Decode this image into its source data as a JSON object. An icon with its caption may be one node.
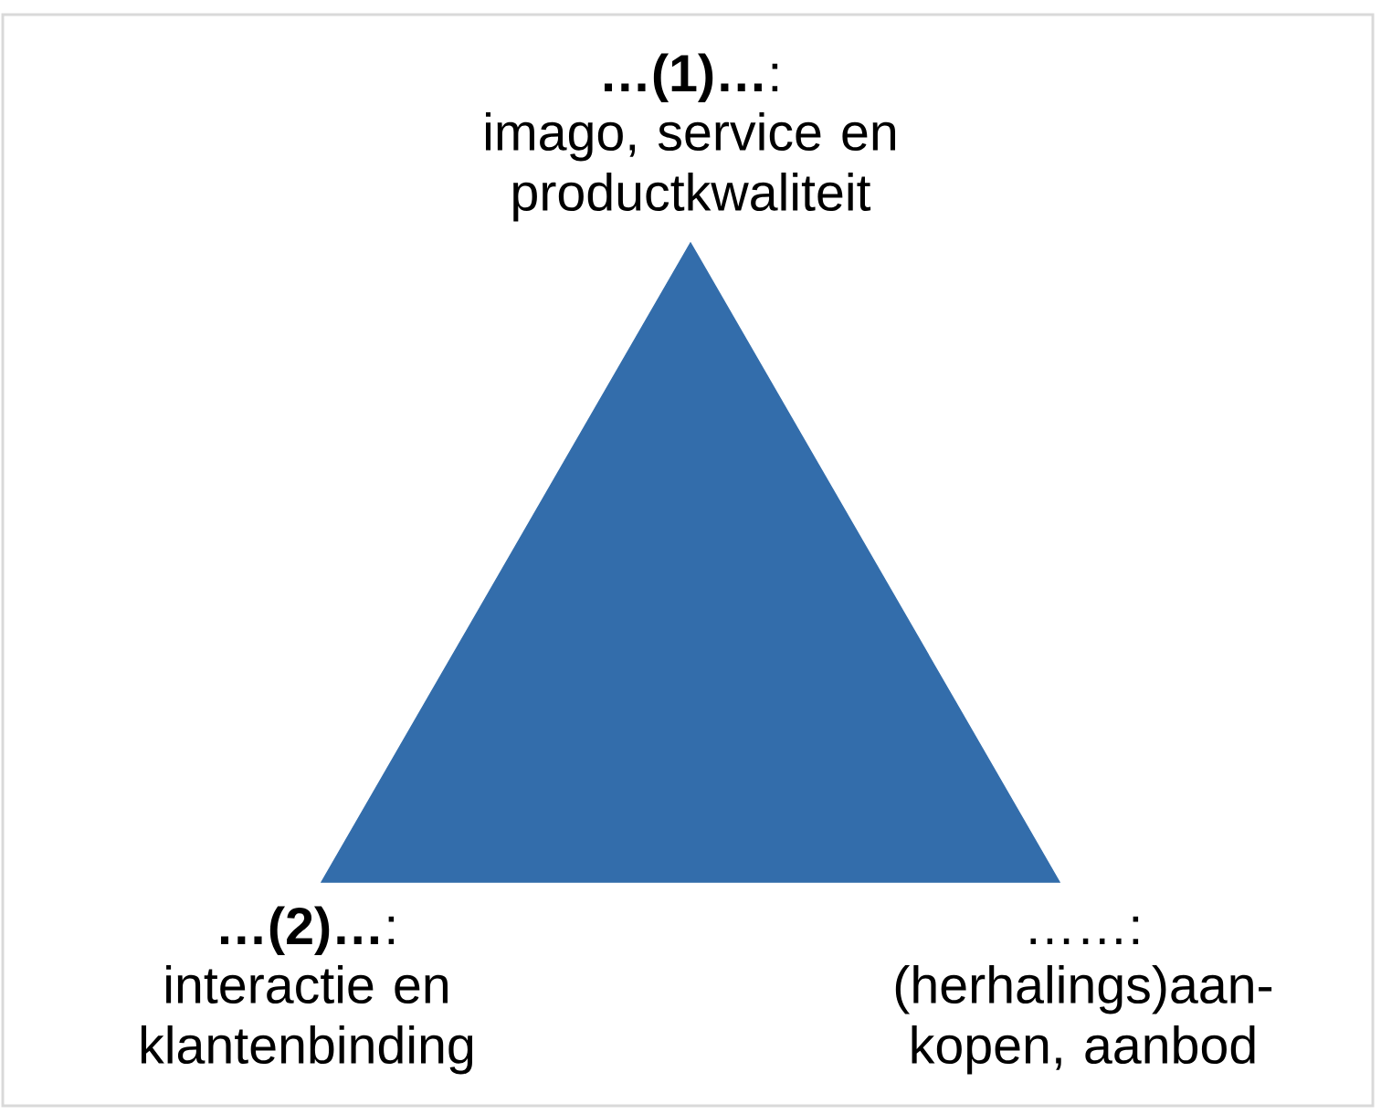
{
  "diagram": {
    "nodes": [
      {
        "text": [],
        "shape": "triangle",
        "beside": [
          "**…(1)…**:",
          "imago, service en productkwaliteit",
          "**…(2)…**:",
          "interactie en klantenbinding",
          "……:",
          "(herhalings)aan- kopen, aanbod"
        ]
      }
    ]
  }
}
